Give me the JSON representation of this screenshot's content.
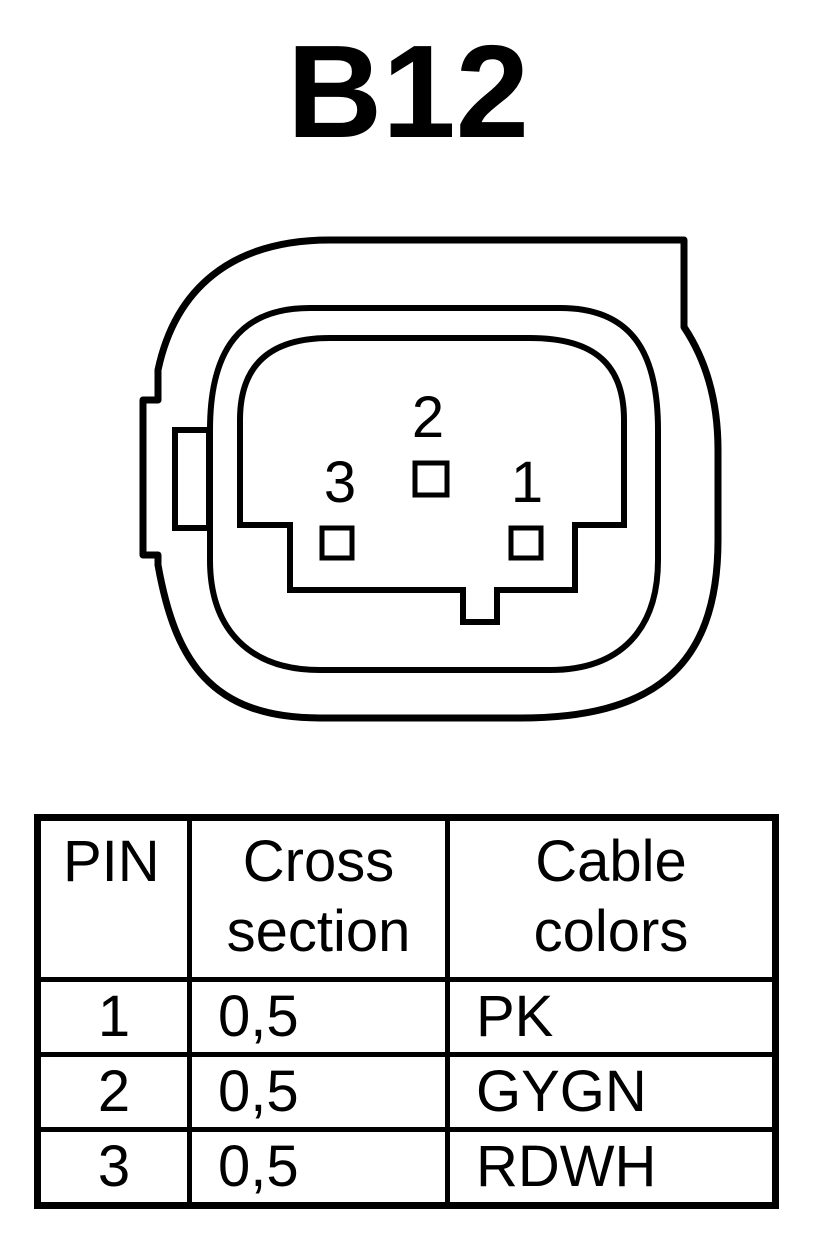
{
  "connector": {
    "title": "B12",
    "pins": [
      {
        "number": "1"
      },
      {
        "number": "2"
      },
      {
        "number": "3"
      }
    ]
  },
  "table": {
    "headers": {
      "pin": "PIN",
      "cross_line1": "Cross",
      "cross_line2": "section",
      "color_line1": "Cable",
      "color_line2": "colors"
    },
    "rows": [
      {
        "pin": "1",
        "cross_section": "0,5",
        "color": "PK"
      },
      {
        "pin": "2",
        "cross_section": "0,5",
        "color": "GYGN"
      },
      {
        "pin": "3",
        "cross_section": "0,5",
        "color": "RDWH"
      }
    ]
  }
}
